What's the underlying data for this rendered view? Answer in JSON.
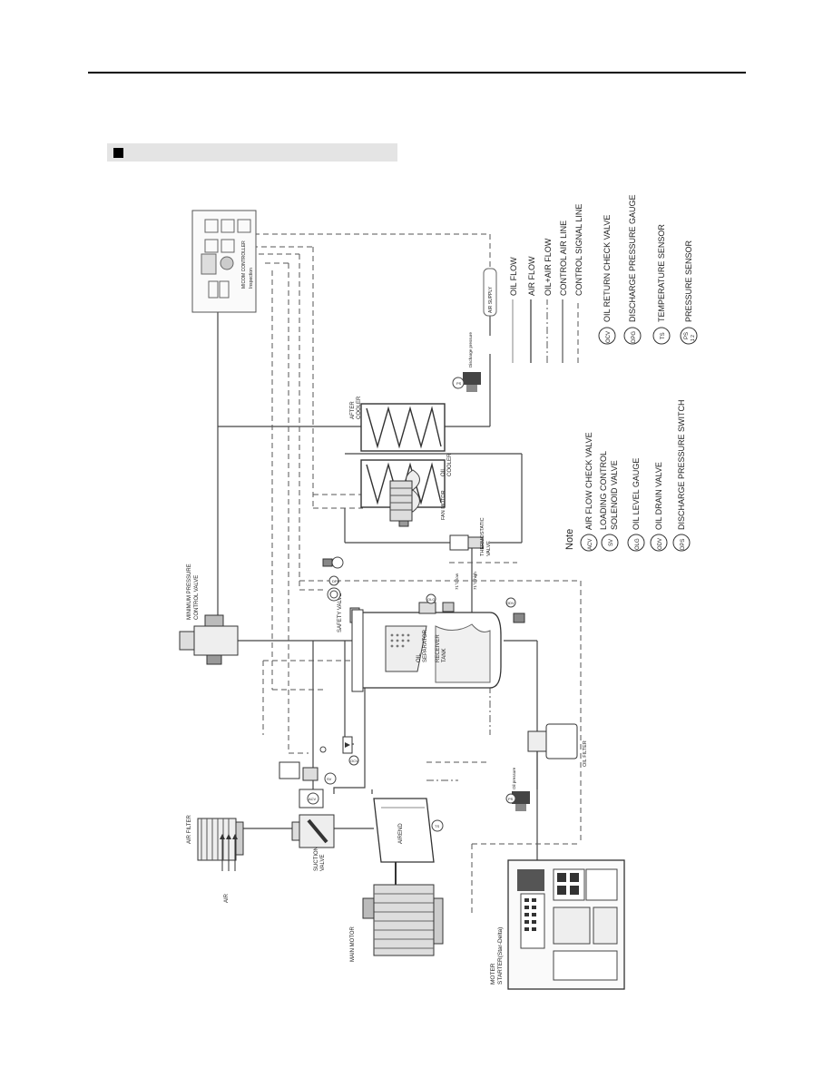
{
  "section": {
    "title": ""
  },
  "components": {
    "air": "AIR",
    "air_filter": "AIR FILTER",
    "suction_valve": [
      "SUCTION",
      "VALVE"
    ],
    "main_motor": "MAIN MOTOR",
    "motor_starter": [
      "MOTER",
      "STARTER(Star-Delta)"
    ],
    "airend": "AIREND",
    "oil_filter": "OIL FILTER",
    "safety_valve": "SAFETY VALVE",
    "oil_separator": [
      "OIL",
      "SEPARATOR"
    ],
    "receiver_tank": [
      "RECEIVER",
      "TANK"
    ],
    "min_pressure_valve": [
      "MINIMUM PRESSURE",
      "CONTROL VALVE"
    ],
    "thermostatic_valve": [
      "THERMOSTATIC",
      "VALVE"
    ],
    "fan_motor": "FAN MOTOR",
    "oil_cooler": [
      "OIL",
      "COOLER"
    ],
    "after_cooler": [
      "AFTER",
      "COOLER"
    ],
    "micom_controller": "MICOM CONTROLLER",
    "inspection": "Inspection",
    "air_supply": "AIR SUPPLY",
    "discharge_pressure": "Discharge pressure",
    "oil_pressure": "Oil pressure",
    "temp_low": "71°C low",
    "temp_high": "71°C high"
  },
  "line_legend": [
    {
      "label": "OIL FLOW",
      "style": "solid-thin"
    },
    {
      "label": "AIR FLOW",
      "style": "solid"
    },
    {
      "label": "OIL+AIR FLOW",
      "style": "dash-dot"
    },
    {
      "label": "CONTROL AIR LINE",
      "style": "solid"
    },
    {
      "label": "CONTROL SIGNAL LINE",
      "style": "dashed"
    }
  ],
  "note": {
    "title": "Note",
    "items_left": [
      {
        "code": "ACV",
        "label": "AIR FLOW CHECK VALVE"
      },
      {
        "code": "SV",
        "label": "LOADING CONTROL",
        "label2": "SOLENOID VALVE"
      },
      {
        "code": "OLG",
        "label": "OIL LEVEL GAUGE"
      },
      {
        "code": "ODV",
        "label": "OIL DRAIN VALVE"
      },
      {
        "code": "DPS",
        "label": "DISCHARGE PRESSURE SWITCH"
      }
    ],
    "items_right": [
      {
        "code": "OCV",
        "label": "OIL RETURN CHECK VALVE"
      },
      {
        "code": "DPG",
        "label": "DISCHARGE PRESSURE GAUGE"
      },
      {
        "code": "TS",
        "label": "TEMPERATURE SENSOR"
      },
      {
        "code": "PS",
        "code2": "1 2",
        "label": "PRESSURE SENSOR"
      }
    ]
  },
  "tags": [
    "ACV",
    "SV",
    "OCV",
    "DPS",
    "DPG",
    "OLG",
    "ODV",
    "TS",
    "PS 1",
    "PS 2"
  ]
}
